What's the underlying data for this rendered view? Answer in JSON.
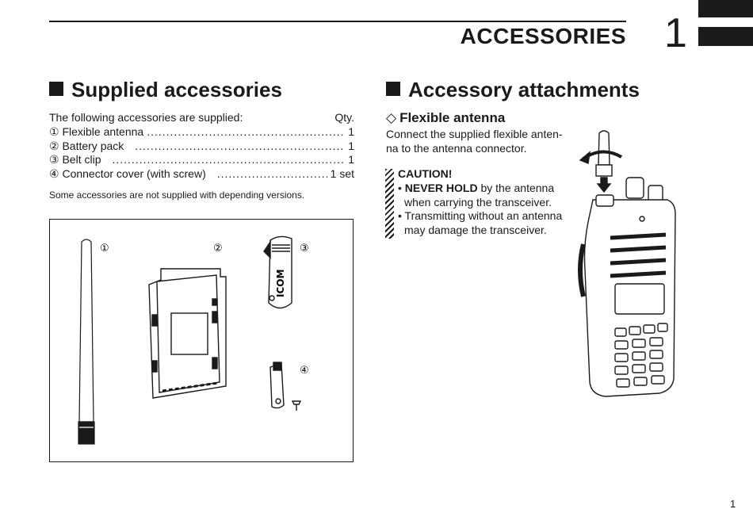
{
  "header": {
    "chapter_title": "ACCESSORIES",
    "chapter_number": "1"
  },
  "left": {
    "heading": "Supplied accessories",
    "intro": "The following accessories are supplied:",
    "qty_header": "Qty.",
    "items": [
      {
        "num": "①",
        "label": "Flexible antenna",
        "qty": "1"
      },
      {
        "num": "②",
        "label": "Battery pack",
        "qty": "1"
      },
      {
        "num": "③",
        "label": "Belt clip",
        "qty": "1"
      },
      {
        "num": "④",
        "label": "Connector cover (with screw)",
        "qty": "1 set"
      }
    ],
    "note": "Some accessories are not supplied with depending versions.",
    "figure_labels": {
      "n1": "①",
      "n2": "②",
      "n3": "③",
      "n4": "④"
    },
    "clip_brand": "ICOM"
  },
  "right": {
    "heading": "Accessory attachments",
    "sub_heading": "Flexible antenna",
    "body_line1": "Connect the supplied flexible anten-",
    "body_line2": "na to the antenna connector.",
    "caution_title": "CAUTION!",
    "caution_items": [
      {
        "bold": "NEVER HOLD",
        "rest": " by the antenna",
        "line2": "when carrying the transceiver."
      },
      {
        "bold": "",
        "rest": "Transmitting without an antenna",
        "line2": "may damage the transceiver."
      }
    ]
  },
  "page_number": "1"
}
